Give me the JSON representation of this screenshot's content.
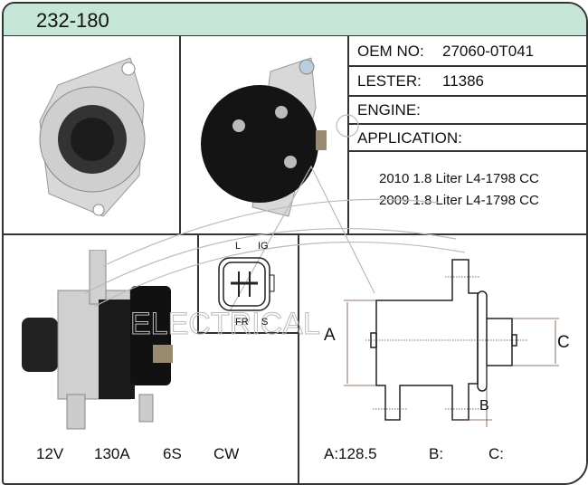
{
  "part_number": "232-180",
  "info": {
    "oem_label": "OEM NO:",
    "oem_value": "27060-0T041",
    "lester_label": "LESTER:",
    "lester_value": "11386",
    "engine_label": "ENGINE:",
    "application_label": "APPLICATION:",
    "applications": [
      "2010 1.8 Liter L4-1798 CC",
      "2009 1.8 Liter L4-1798 CC"
    ]
  },
  "connector": {
    "pins": [
      "L",
      "IG",
      "FR",
      "S"
    ]
  },
  "specs": {
    "voltage": "12V",
    "amperage": "130A",
    "pulley": "6S",
    "rotation": "CW"
  },
  "dimensions": {
    "a": "A:128.5",
    "b": "B:",
    "c": "C:",
    "a_label": "A",
    "b_label": "B",
    "c_label": "C"
  },
  "watermark": "ELECTRICAL",
  "colors": {
    "header": "#c6e7d7",
    "border": "#333333"
  }
}
